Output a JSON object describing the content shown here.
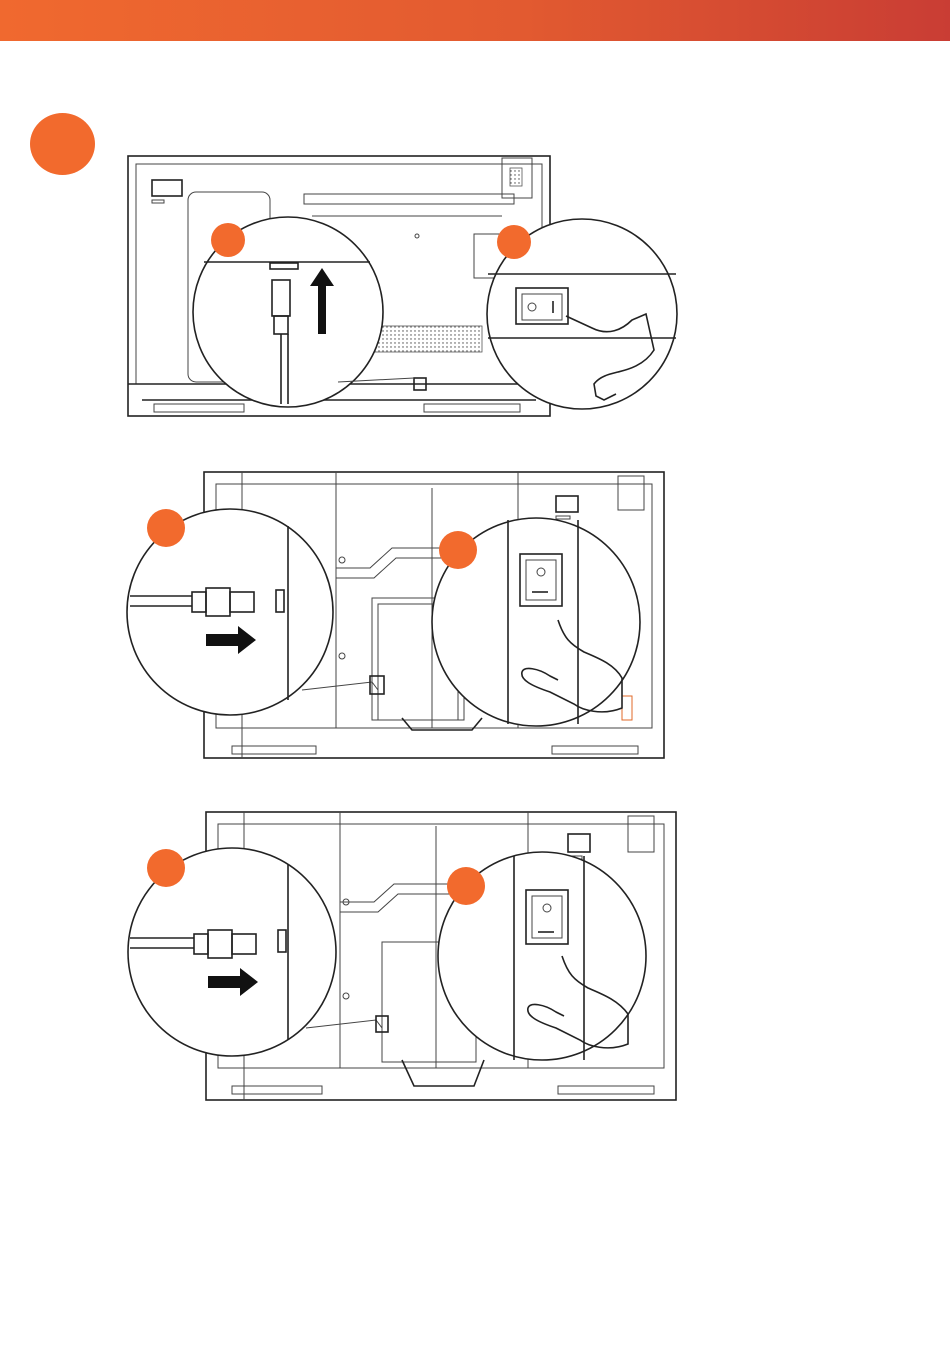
{
  "header": {
    "accent_color": "#f0692f",
    "accent_color_end": "#c93d34"
  },
  "step": {
    "badge_color": "#f26a2d"
  },
  "figures": [
    {
      "name": "landscape-back-view",
      "callouts": [
        {
          "name": "power-cable-callout",
          "icon": "arrow-up-icon"
        },
        {
          "name": "power-switch-callout",
          "switch_labels": [
            "O",
            "I"
          ]
        }
      ]
    },
    {
      "name": "back-view-variant-a",
      "callouts": [
        {
          "name": "power-cable-callout",
          "icon": "arrow-right-icon"
        },
        {
          "name": "power-switch-callout",
          "icon": "hand-pointer-icon"
        }
      ]
    },
    {
      "name": "back-view-variant-b",
      "callouts": [
        {
          "name": "power-cable-callout",
          "icon": "arrow-right-icon"
        },
        {
          "name": "power-switch-callout",
          "icon": "hand-pointer-icon"
        }
      ]
    }
  ]
}
